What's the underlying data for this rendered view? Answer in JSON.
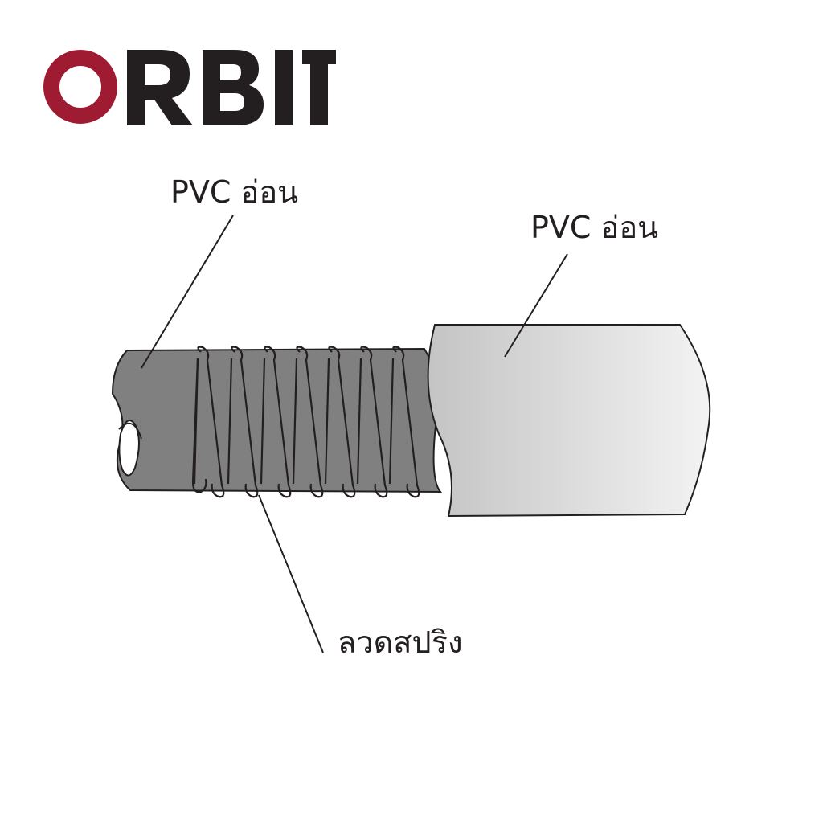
{
  "logo": {
    "text": "ORBIT",
    "o_color": "#9e1b32",
    "letters_color": "#231f20"
  },
  "labels": {
    "inner_layer": "PVC อ่อน",
    "outer_layer": "PVC อ่อน",
    "spring": "ลวดสปริง"
  },
  "colors": {
    "inner_tube": "#808080",
    "outer_tube_dark": "#c4c4c4",
    "outer_tube_light": "#f3f3f3",
    "outline": "#231f20"
  }
}
